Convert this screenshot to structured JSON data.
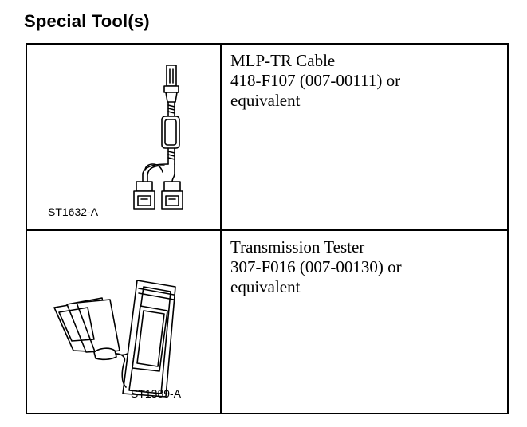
{
  "heading": "Special Tool(s)",
  "tools": [
    {
      "name": "MLP-TR Cable",
      "part_number": "418-F107 (007-00111) or",
      "suffix": "equivalent",
      "illustration_code": "ST1632-A",
      "icon": "mlp-tr-cable-icon"
    },
    {
      "name": "Transmission Tester",
      "part_number": "307-F016 (007-00130) or",
      "suffix": "equivalent",
      "illustration_code": "ST1389-A",
      "icon": "transmission-tester-icon"
    }
  ]
}
